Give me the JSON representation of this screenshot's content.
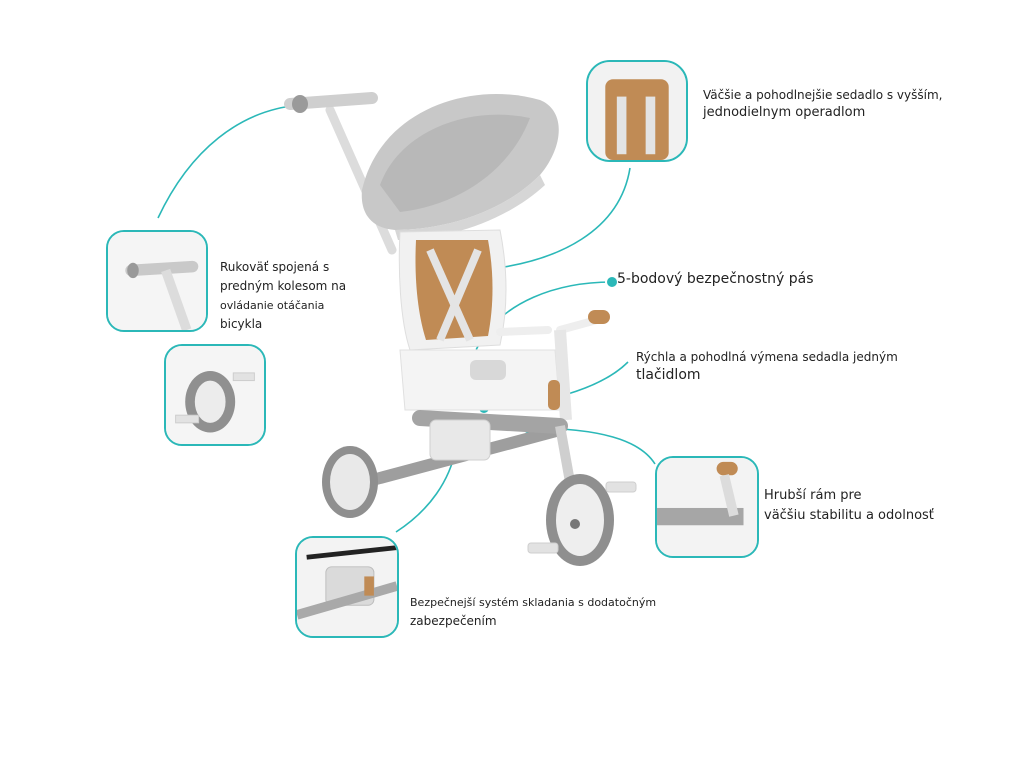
{
  "accent_color": "#2bb8b8",
  "callouts": [
    {
      "lines": [
        "Väčšie a pohodlnejšie sedadlo s vyšším,",
        "jednodielnym operadlom"
      ]
    },
    {
      "lines": [
        "Rukoväť spojená s",
        "predným kolesom na",
        "ovládanie otáčania",
        "bicykla"
      ]
    },
    {
      "lines": [
        "5-bodový bezpečnostný pás"
      ]
    },
    {
      "lines": [
        "Rýchla a pohodlná výmena sedadla jedným",
        "tlačidlom"
      ]
    },
    {
      "lines": [
        "Hrubší rám pre",
        "väčšiu stabilitu a odolnosť"
      ]
    },
    {
      "lines": [
        "Bezpečnejší systém skladania s dodatočným",
        "zabezpečením"
      ]
    }
  ]
}
